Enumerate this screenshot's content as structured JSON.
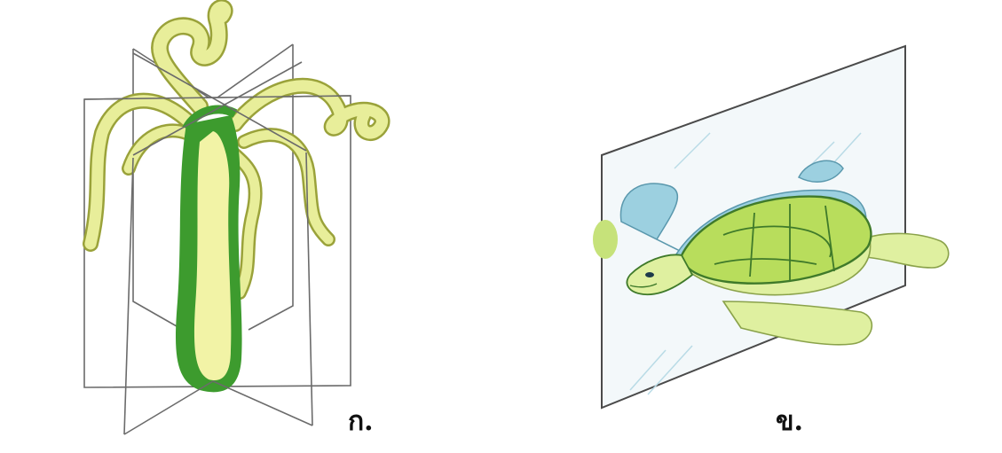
{
  "panels": [
    {
      "id": "a",
      "label": "ก.",
      "subject": "hydra-radial-symmetry"
    },
    {
      "id": "b",
      "label": "ข.",
      "subject": "sea-turtle-bilateral-symmetry"
    }
  ],
  "colors": {
    "plane_line": "#6b6b6b",
    "hydra_dark": "#3d9b2e",
    "hydra_light": "#f2f3a6",
    "tentacle": "#e8ee9a",
    "tentacle_outline": "#9aa23a",
    "turtle_shell": "#b8dd5c",
    "turtle_shell_dark": "#3f7a2a",
    "turtle_shadow": "#9cd0e0",
    "turtle_skin": "#dff0a0",
    "mirror": "#e9f4f8"
  }
}
